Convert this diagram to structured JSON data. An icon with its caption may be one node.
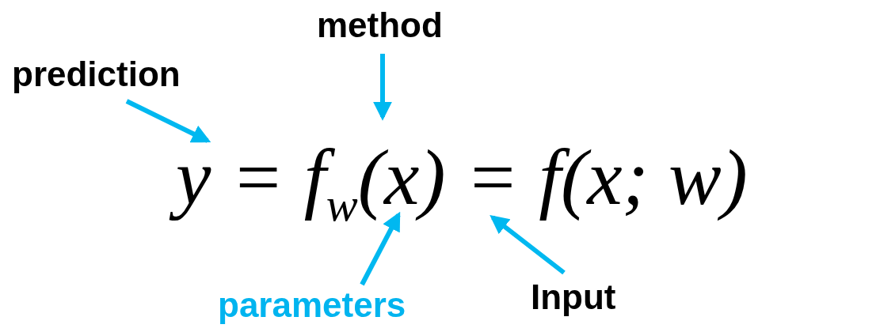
{
  "diagram": {
    "nodes": [
      {
        "text": [
          "prediction"
        ]
      },
      {
        "text": [
          "method"
        ]
      },
      {
        "text": [
          "parameters"
        ]
      },
      {
        "text": [
          "Input"
        ]
      },
      {
        "text": [
          "y = f$_{w}$(x) = f(x; w)"
        ]
      }
    ],
    "edges": [
      {
        "from": 0,
        "to": 4,
        "arrow": "to"
      },
      {
        "from": 1,
        "to": 4,
        "arrow": "to"
      },
      {
        "from": 2,
        "to": 4,
        "arrow": "to"
      },
      {
        "from": 3,
        "to": 4,
        "arrow": "to"
      }
    ]
  }
}
